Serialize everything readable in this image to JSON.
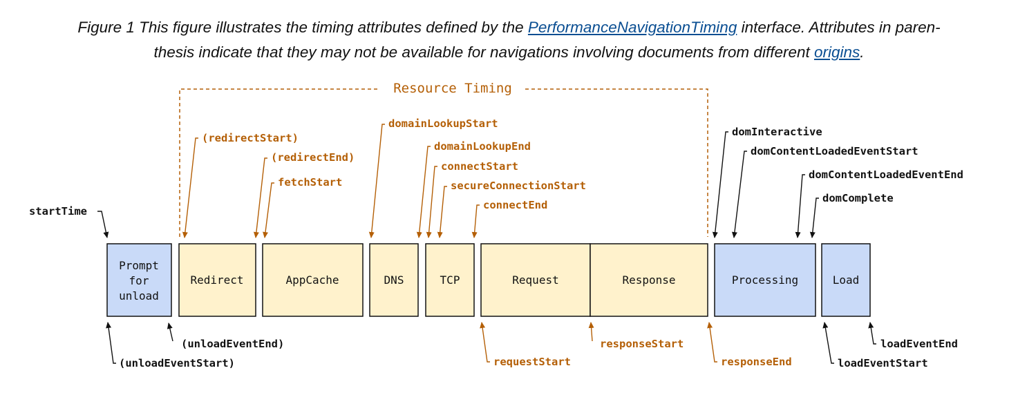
{
  "caption": {
    "line1_prefix": "Figure 1 This figure illustrates the timing attributes defined by the ",
    "line1_link": "PerformanceNavigationTiming",
    "line1_suffix": " interface. Attributes in paren-",
    "line2_prefix": "thesis indicate that they may not be available for navigations involving documents from different ",
    "line2_link": "origins",
    "line2_suffix": "."
  },
  "resource_timing_label": "Resource Timing",
  "phases": {
    "prompt": [
      "Prompt",
      "for",
      "unload"
    ],
    "redirect": "Redirect",
    "appcache": "AppCache",
    "dns": "DNS",
    "tcp": "TCP",
    "request": "Request",
    "response": "Response",
    "processing": "Processing",
    "load": "Load"
  },
  "attributes": {
    "startTime": "startTime",
    "redirectStart": "(redirectStart)",
    "redirectEnd": "(redirectEnd)",
    "fetchStart": "fetchStart",
    "domainLookupStart": "domainLookupStart",
    "domainLookupEnd": "domainLookupEnd",
    "connectStart": "connectStart",
    "secureConnectionStart": "secureConnectionStart",
    "connectEnd": "connectEnd",
    "domInteractive": "domInteractive",
    "domContentLoadedEventStart": "domContentLoadedEventStart",
    "domContentLoadedEventEnd": "domContentLoadedEventEnd",
    "domComplete": "domComplete",
    "unloadEventEnd": "(unloadEventEnd)",
    "unloadEventStart": "(unloadEventStart)",
    "requestStart": "requestStart",
    "responseStart": "responseStart",
    "responseEnd": "responseEnd",
    "loadEventStart": "loadEventStart",
    "loadEventEnd": "loadEventEnd"
  },
  "colors": {
    "blue_fill": "#c9daf8",
    "yellow_fill": "#fff2cc",
    "orange_text": "#b45f06",
    "black_text": "#111111"
  }
}
